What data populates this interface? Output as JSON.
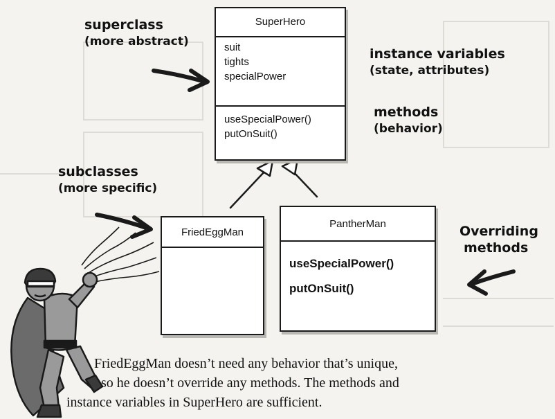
{
  "superclass": {
    "name": "SuperHero",
    "variables": [
      "suit",
      "tights",
      "specialPower"
    ],
    "methods": [
      "useSpecialPower()",
      "putOnSuit()"
    ]
  },
  "subclass_friedeggman": {
    "name": "FriedEggMan"
  },
  "subclass_pantherman": {
    "name": "PantherMan",
    "methods": [
      "useSpecialPower()",
      "putOnSuit()"
    ]
  },
  "labels": {
    "superclass_line1": "superclass",
    "superclass_line2": "(more abstract)",
    "instance_line1": "instance variables",
    "instance_line2": "(state, attributes)",
    "methods_line1": "methods",
    "methods_line2": "(behavior)",
    "subclasses_line1": "subclasses",
    "subclasses_line2": "(more specific)",
    "overriding_line1": "Overriding",
    "overriding_line2": "methods"
  },
  "caption": {
    "line1": "FriedEggMan doesn’t need any behavior that’s unique,",
    "line2": "so he doesn’t override any methods. The methods and",
    "line3": "instance variables in SuperHero are sufficient."
  },
  "colors": {
    "ink": "#1a1a1a",
    "paper": "#f4f3ef",
    "skin": "#9a9a9a",
    "cape": "#6b6b6b"
  }
}
